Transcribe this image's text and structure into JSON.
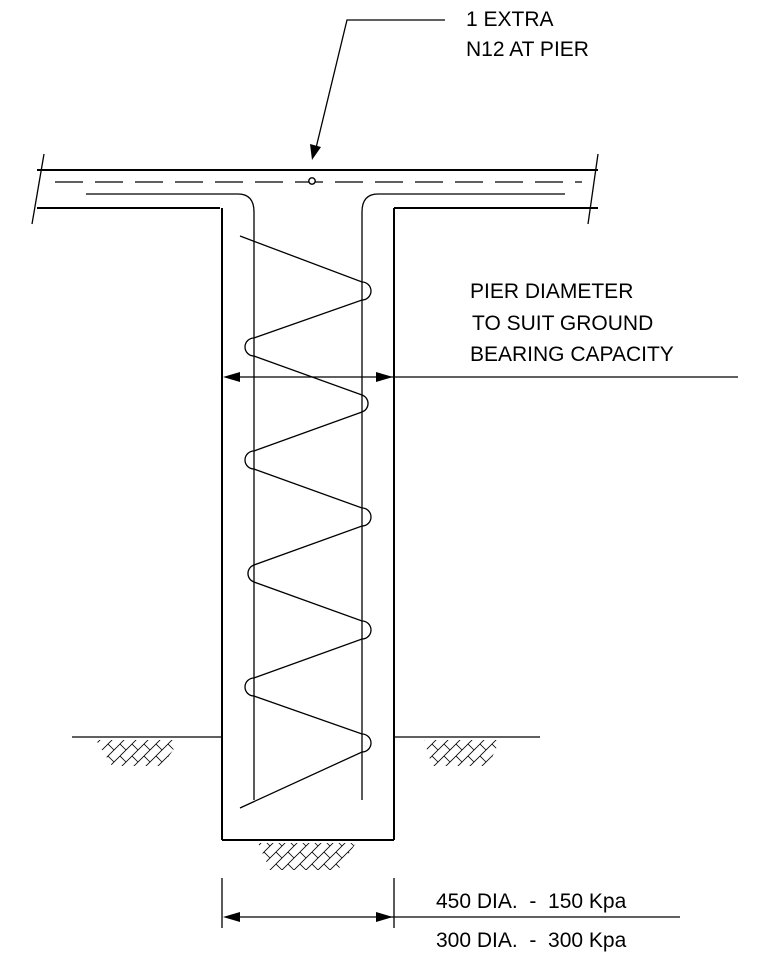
{
  "callouts": {
    "extra_bar": [
      "1 EXTRA",
      "N12 AT PIER"
    ],
    "pier_diameter": [
      "PIER DIAMETER",
      "TO SUIT GROUND",
      "BEARING CAPACITY"
    ]
  },
  "sizing_table": {
    "rows": [
      "450 DIA.  -  150 Kpa",
      "300 DIA.  -  300 Kpa"
    ]
  }
}
